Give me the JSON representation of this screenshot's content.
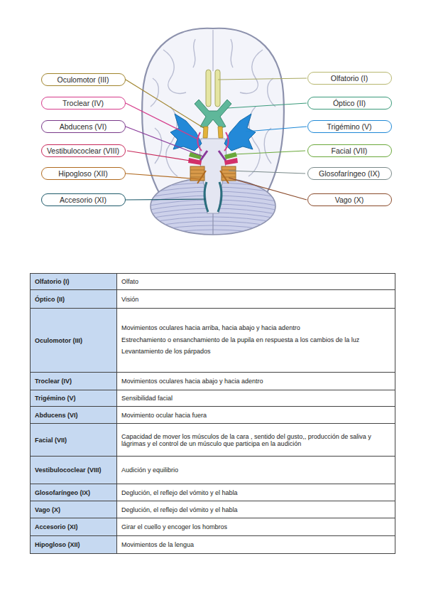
{
  "diagram": {
    "nodes": [
      {
        "text": [
          "Oculomotor (III)"
        ]
      },
      {
        "text": [
          "Olfatorio (I)"
        ]
      },
      {
        "text": [
          "Troclear (IV)"
        ]
      },
      {
        "text": [
          "Óptico (II)"
        ]
      },
      {
        "text": [
          "Abducens (VI)"
        ]
      },
      {
        "text": [
          "Trigémino (V)"
        ]
      },
      {
        "text": [
          "Vestibulococlear (VIII)"
        ]
      },
      {
        "text": [
          "Facial (VII)"
        ]
      },
      {
        "text": [
          "Hipogloso (XII)"
        ]
      },
      {
        "text": [
          "Glosofaríngeo (IX)"
        ]
      },
      {
        "text": [
          "Accesorio (XI)"
        ]
      },
      {
        "text": [
          "Vago (X)"
        ]
      }
    ],
    "labels": [
      "Olfatorio (I)",
      "Olfato",
      "Óptico (II)",
      "Visión",
      "Oculomotor (III)",
      "Movimientos oculares hacia arriba, hacia abajo y hacia adentro",
      "Estrechamiento o ensanchamiento de la pupila en respuesta a los cambios de la luz",
      "Levantamiento de los párpados",
      "Troclear (IV)",
      "Movimientos oculares hacia abajo y hacia adentro",
      "Trigémino (V)",
      "Sensibilidad facial",
      "Abducens (VI)",
      "Movimiento ocular hacia fuera",
      "Facial (VII)",
      "Capacidad de mover los músculos de la cara , sentido del gusto,, producción de saliva y lágrimas y el control de un músculo que participa en la audición",
      "Vestibulococlear (VIII)",
      "Audición y equilibrio",
      "Glosofaríngeo (IX)",
      "Deglución, el reflejo del vómito y el habla",
      "Vago (X)",
      "Deglución, el reflejo del vómito y el habla",
      "Accesorio (XI)",
      "Girar el cuello y encoger los hombros",
      "Hipogloso (XII)",
      "Movimientos de la lengua"
    ]
  }
}
